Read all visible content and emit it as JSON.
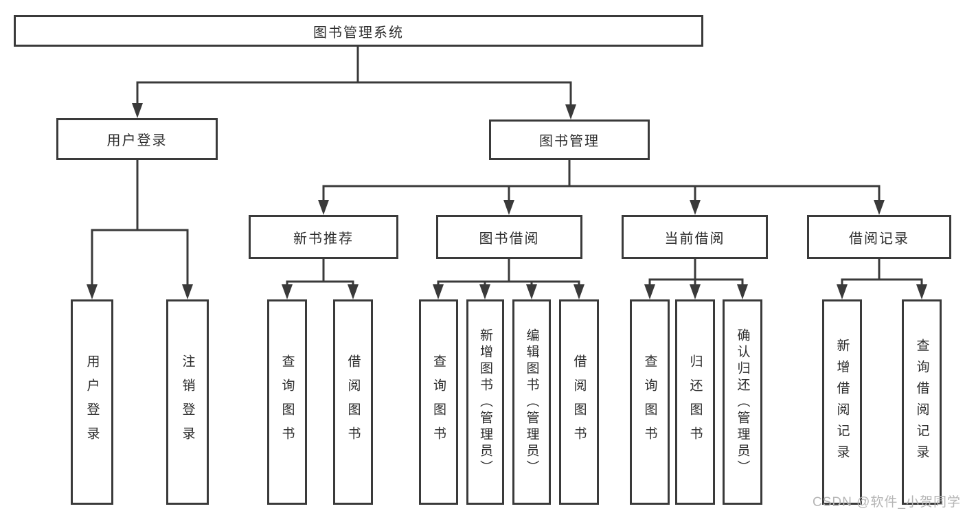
{
  "colors": {
    "line": "#3a3a3a",
    "box_fill": "#ffffff",
    "text": "#2d2d2d",
    "watermark": "#b5b5b5"
  },
  "watermark": {
    "text": "CSDN @软件_小贺同学"
  },
  "tree": {
    "root": "图书管理系统",
    "branches": [
      {
        "label": "用户登录",
        "children": [
          "用户登录",
          "注销登录"
        ]
      },
      {
        "label": "图书管理",
        "sections": [
          {
            "label": "新书推荐",
            "children": [
              "查询图书",
              "借阅图书"
            ]
          },
          {
            "label": "图书借阅",
            "children": [
              "查询图书",
              "新增图书（管理员）",
              "编辑图书（管理员）",
              "借阅图书"
            ]
          },
          {
            "label": "当前借阅",
            "children": [
              "查询图书",
              "归还图书",
              "确认归还（管理员）"
            ]
          },
          {
            "label": "借阅记录",
            "children": [
              "新增借阅记录",
              "查询借阅记录"
            ]
          }
        ]
      }
    ]
  }
}
